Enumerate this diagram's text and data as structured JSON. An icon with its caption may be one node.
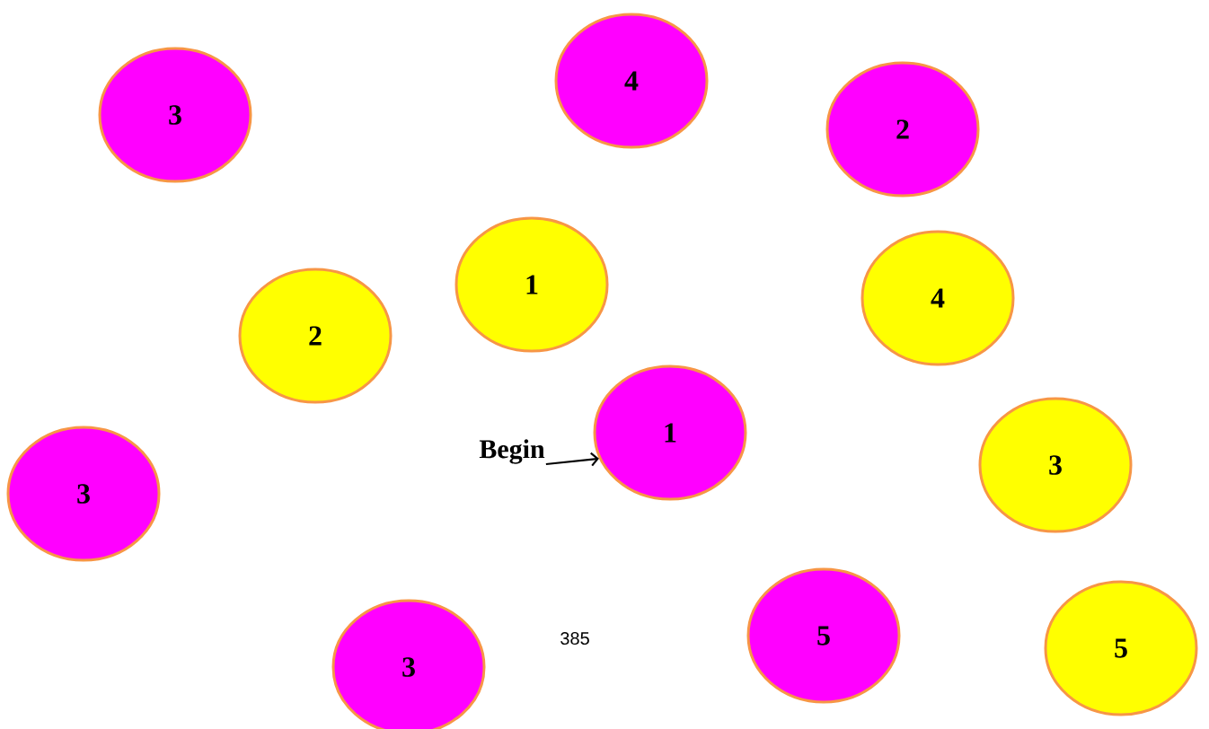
{
  "diagram": {
    "nodes": [
      {
        "text": [
          "3"
        ]
      },
      {
        "text": [
          "4"
        ]
      },
      {
        "text": [
          "2"
        ]
      },
      {
        "text": [
          "1"
        ]
      },
      {
        "text": [
          "4"
        ]
      },
      {
        "text": [
          "2"
        ]
      },
      {
        "text": [
          "Begin"
        ]
      },
      {
        "text": [
          "1"
        ]
      },
      {
        "text": [
          "3"
        ]
      },
      {
        "text": [
          "3"
        ]
      },
      {
        "text": [
          "5"
        ]
      },
      {
        "text": [
          "5"
        ]
      },
      {
        "text": [
          "3"
        ]
      }
    ],
    "edges": [
      {
        "from": 6,
        "to": 7,
        "arrow": "to"
      }
    ],
    "labels": [
      "385"
    ]
  }
}
